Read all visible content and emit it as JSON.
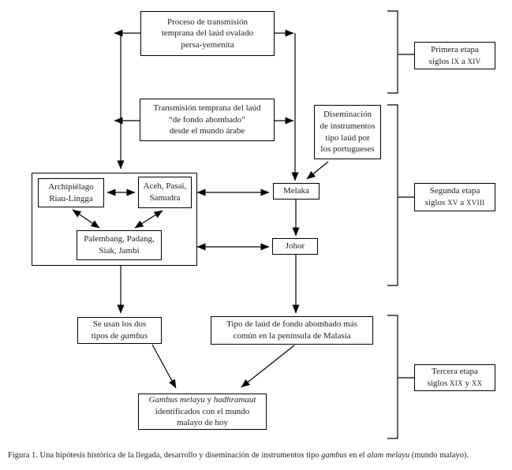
{
  "diagram": {
    "nodes": {
      "proceso": {
        "lines": [
          "Proceso de transmisión",
          "temprana del laúd ovalado",
          "persa-yemenita"
        ]
      },
      "transmision": {
        "lines": [
          "Transmisión temprana del laúd",
          "“de fondo abombado”",
          "desde el mundo árabe"
        ]
      },
      "diseminacion": {
        "lines": [
          "Diseminación",
          "de instrumentos",
          "tipo laúd por",
          "los portugueses"
        ]
      },
      "archipielago": {
        "lines": [
          "Archipiélago",
          "Riau-Lingga"
        ]
      },
      "aceh": {
        "lines": [
          "Aceh, Pasai,",
          "Samudra"
        ]
      },
      "palembang": {
        "lines": [
          "Palembang, Padang,",
          "Siak, Jambi"
        ]
      },
      "melaka": {
        "label": "Melaka"
      },
      "johor": {
        "label": "Johor"
      },
      "se_usan": {
        "line1": "Se usan los dos",
        "line2_prefix": "tipos de ",
        "line2_italic": "gambus"
      },
      "tipo_laud": {
        "lines": [
          "Tipo de laúd de fondo abombado más",
          "común en la península de Malasia"
        ]
      },
      "gambus_hoy": {
        "line1_italic1": "Gambus melayu",
        "line1_mid": " y ",
        "line1_italic2": "hadhramaut",
        "line2": "identificados con el mundo",
        "line3": "malayo de hoy"
      }
    },
    "stages": [
      {
        "title": "Primera etapa",
        "l2a": "siglos ",
        "l2b": "IX",
        "l2c": " a ",
        "l2d": "XIV"
      },
      {
        "title": "Segunda etapa",
        "l2a": "siglos ",
        "l2b": "XV",
        "l2c": " a ",
        "l2d": "XVIII"
      },
      {
        "title": "Tercera etapa",
        "l2a": "siglos ",
        "l2b": "XIX",
        "l2c": " y ",
        "l2d": "XX"
      }
    ],
    "caption": {
      "prefix": "Figura 1. Una hipótesis histórica de la llegada, desarrollo y diseminación de instrumentos tipo ",
      "italic1": "gambus",
      "mid": " en el ",
      "italic2": "alam melayu",
      "suffix": " (mundo malayo)."
    },
    "colors": {
      "line": "#000000",
      "text": "#1c1c26",
      "background": "#ffffff"
    }
  }
}
